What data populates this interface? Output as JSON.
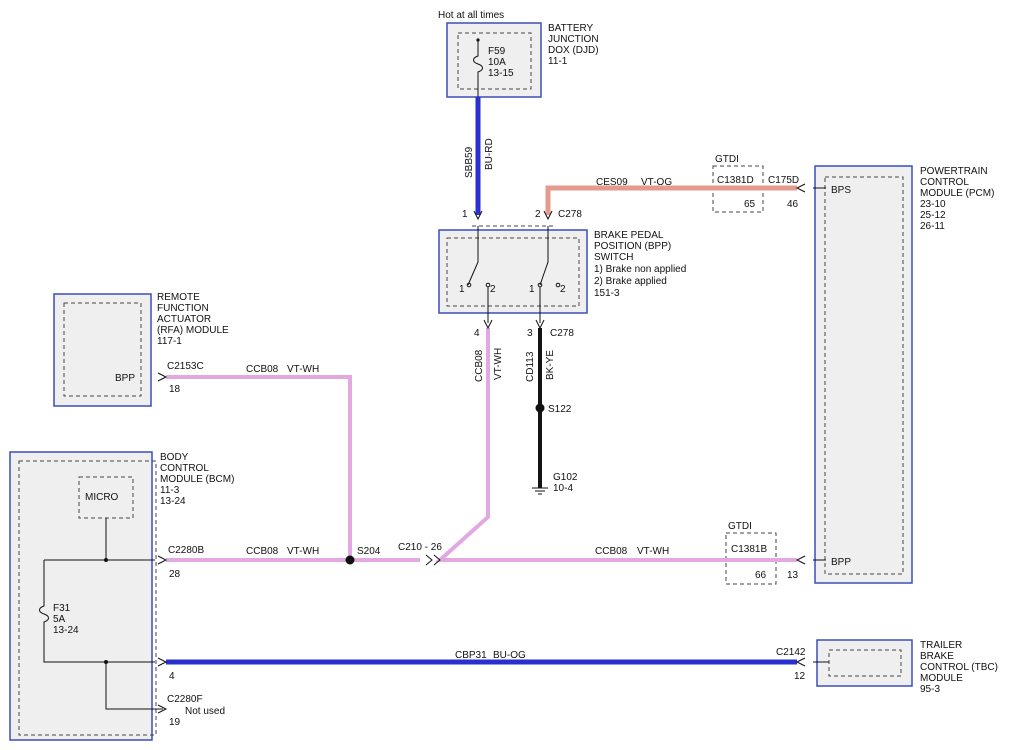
{
  "power_source": {
    "label": "Hot at all times",
    "fuse_name": "F59",
    "fuse_rating": "10A",
    "fuse_ref": "13-15"
  },
  "djb": {
    "name_lines": [
      "BATTERY",
      "JUNCTION",
      "DOX (DJD)",
      "11-1"
    ]
  },
  "wire_sbb59": {
    "circuit": "SBB59",
    "color": "BU-RD"
  },
  "wire_ces09": {
    "circuit": "CES09",
    "color": "VT-OG"
  },
  "bpp_switch": {
    "name_lines": [
      "BRAKE PEDAL",
      "POSITION (BPP)",
      "SWITCH",
      "1) Brake non applied",
      "2) Brake applied",
      "151-3"
    ],
    "pin_in_1": "1",
    "pin_in_2": "2",
    "connector_top": "C278",
    "contact_left_1": "1",
    "contact_left_2": "2",
    "contact_right_1": "1",
    "contact_right_2": "2",
    "pin_out_4": "4",
    "pin_out_3": "3",
    "connector_bottom": "C278"
  },
  "gtdi_top": {
    "label": "GTDI",
    "connector": "C1381D",
    "pin": "65"
  },
  "gtdi_bottom": {
    "label": "GTDI",
    "connector": "C1381B",
    "pin": "66"
  },
  "pcm": {
    "connector": "C175D",
    "pin_bps": "46",
    "pin_bpp": "13",
    "signal_bps": "BPS",
    "signal_bpp": "BPP",
    "name_lines": [
      "POWERTRAIN",
      "CONTROL",
      "MODULE (PCM)",
      "23-10",
      "25-12",
      "26-11"
    ]
  },
  "rfa": {
    "name_lines": [
      "REMOTE",
      "FUNCTION",
      "ACTUATOR",
      "(RFA) MODULE",
      "117-1"
    ],
    "signal": "BPP",
    "connector": "C2153C",
    "pin": "18"
  },
  "wire_ccb08": {
    "circuit": "CCB08",
    "color": "VT-WH"
  },
  "wire_cd113": {
    "circuit": "CD113",
    "color": "BK-YE"
  },
  "splice_s122": "S122",
  "splice_s204": "S204",
  "ground": {
    "name": "G102",
    "ref": "10-4"
  },
  "inline_connector": "C210 - 26",
  "bcm": {
    "name_lines": [
      "BODY",
      "CONTROL",
      "MODULE (BCM)",
      "11-3",
      "13-24"
    ],
    "micro": "MICRO",
    "fuse_name": "F31",
    "fuse_rating": "5A",
    "fuse_ref": "13-24",
    "connector_b": "C2280B",
    "pin_28": "28",
    "pin_4": "4",
    "connector_f": "C2280F",
    "pin_19": "19",
    "not_used": "Not used"
  },
  "wire_cbp31": {
    "circuit": "CBP31",
    "color": "BU-OG"
  },
  "tbc": {
    "connector": "C2142",
    "pin": "12",
    "name_lines": [
      "TRAILER",
      "BRAKE",
      "CONTROL (TBC)",
      "MODULE",
      "95-3"
    ]
  },
  "wire_colors": {
    "blue_red": "#2a2fd0",
    "violet_orange": "#e69a8e",
    "violet_white": "#e2a8e2",
    "black_yellow": "#141414",
    "blue_orange": "#2a2fd0"
  }
}
